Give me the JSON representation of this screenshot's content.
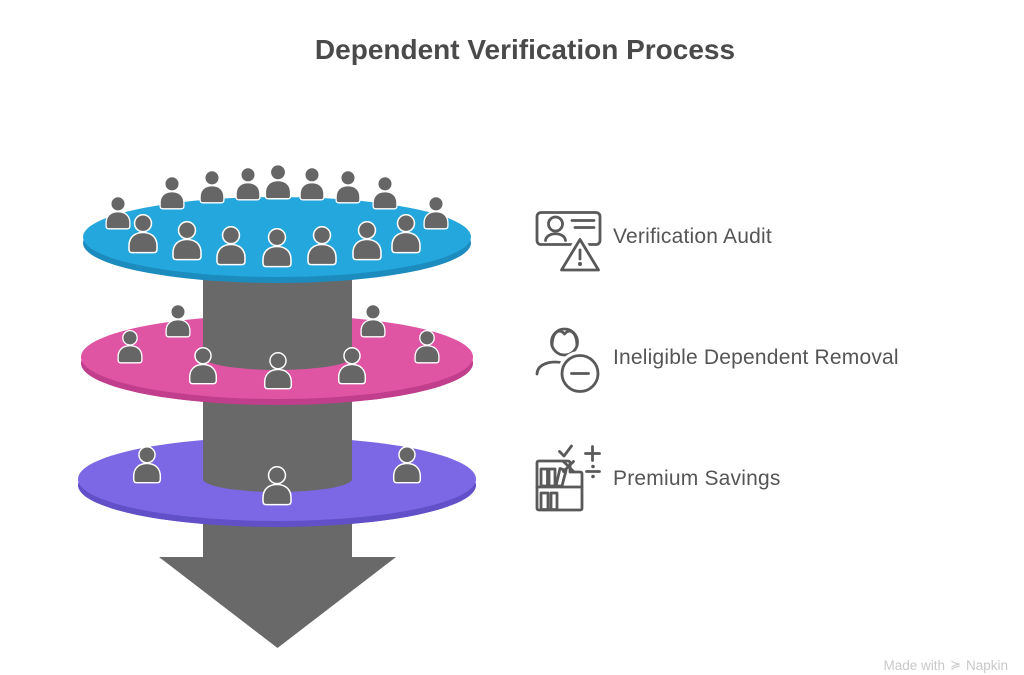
{
  "title": "Dependent Verification Process",
  "legend": {
    "items": [
      {
        "id": "verification-audit",
        "label": "Verification Audit"
      },
      {
        "id": "ineligible-dependent-removal",
        "label": "Ineligible Dependent Removal"
      },
      {
        "id": "premium-savings",
        "label": "Premium Savings"
      }
    ]
  },
  "funnel": {
    "column_color": "#696969",
    "people_color": "#666666",
    "layers": [
      {
        "level": "top",
        "color": "#24A7DD",
        "rim": "#1C8CBE",
        "people_count": 16,
        "people": [
          [
            118,
            196,
            34
          ],
          [
            172,
            176,
            34
          ],
          [
            212,
            170,
            34
          ],
          [
            248,
            167,
            34
          ],
          [
            278,
            164,
            36
          ],
          [
            312,
            167,
            34
          ],
          [
            348,
            170,
            34
          ],
          [
            385,
            176,
            34
          ],
          [
            436,
            196,
            34
          ],
          [
            143,
            214,
            40
          ],
          [
            187,
            221,
            40
          ],
          [
            231,
            226,
            40
          ],
          [
            277,
            228,
            40
          ],
          [
            322,
            226,
            40
          ],
          [
            367,
            221,
            40
          ],
          [
            406,
            214,
            40
          ]
        ]
      },
      {
        "level": "middle",
        "color": "#DF55A4",
        "rim": "#C13E8C",
        "people_count": 7,
        "people": [
          [
            178,
            304,
            34
          ],
          [
            373,
            304,
            34
          ],
          [
            130,
            330,
            34
          ],
          [
            427,
            330,
            34
          ],
          [
            203,
            347,
            38
          ],
          [
            278,
            352,
            38
          ],
          [
            352,
            347,
            38
          ]
        ]
      },
      {
        "level": "bottom",
        "color": "#7C68E4",
        "rim": "#6150C8",
        "people_count": 3,
        "people": [
          [
            147,
            446,
            38
          ],
          [
            407,
            446,
            38
          ],
          [
            277,
            466,
            40
          ]
        ]
      }
    ]
  },
  "watermark": {
    "text": "Made with",
    "brand": "Napkin",
    "glyph": "≽"
  }
}
